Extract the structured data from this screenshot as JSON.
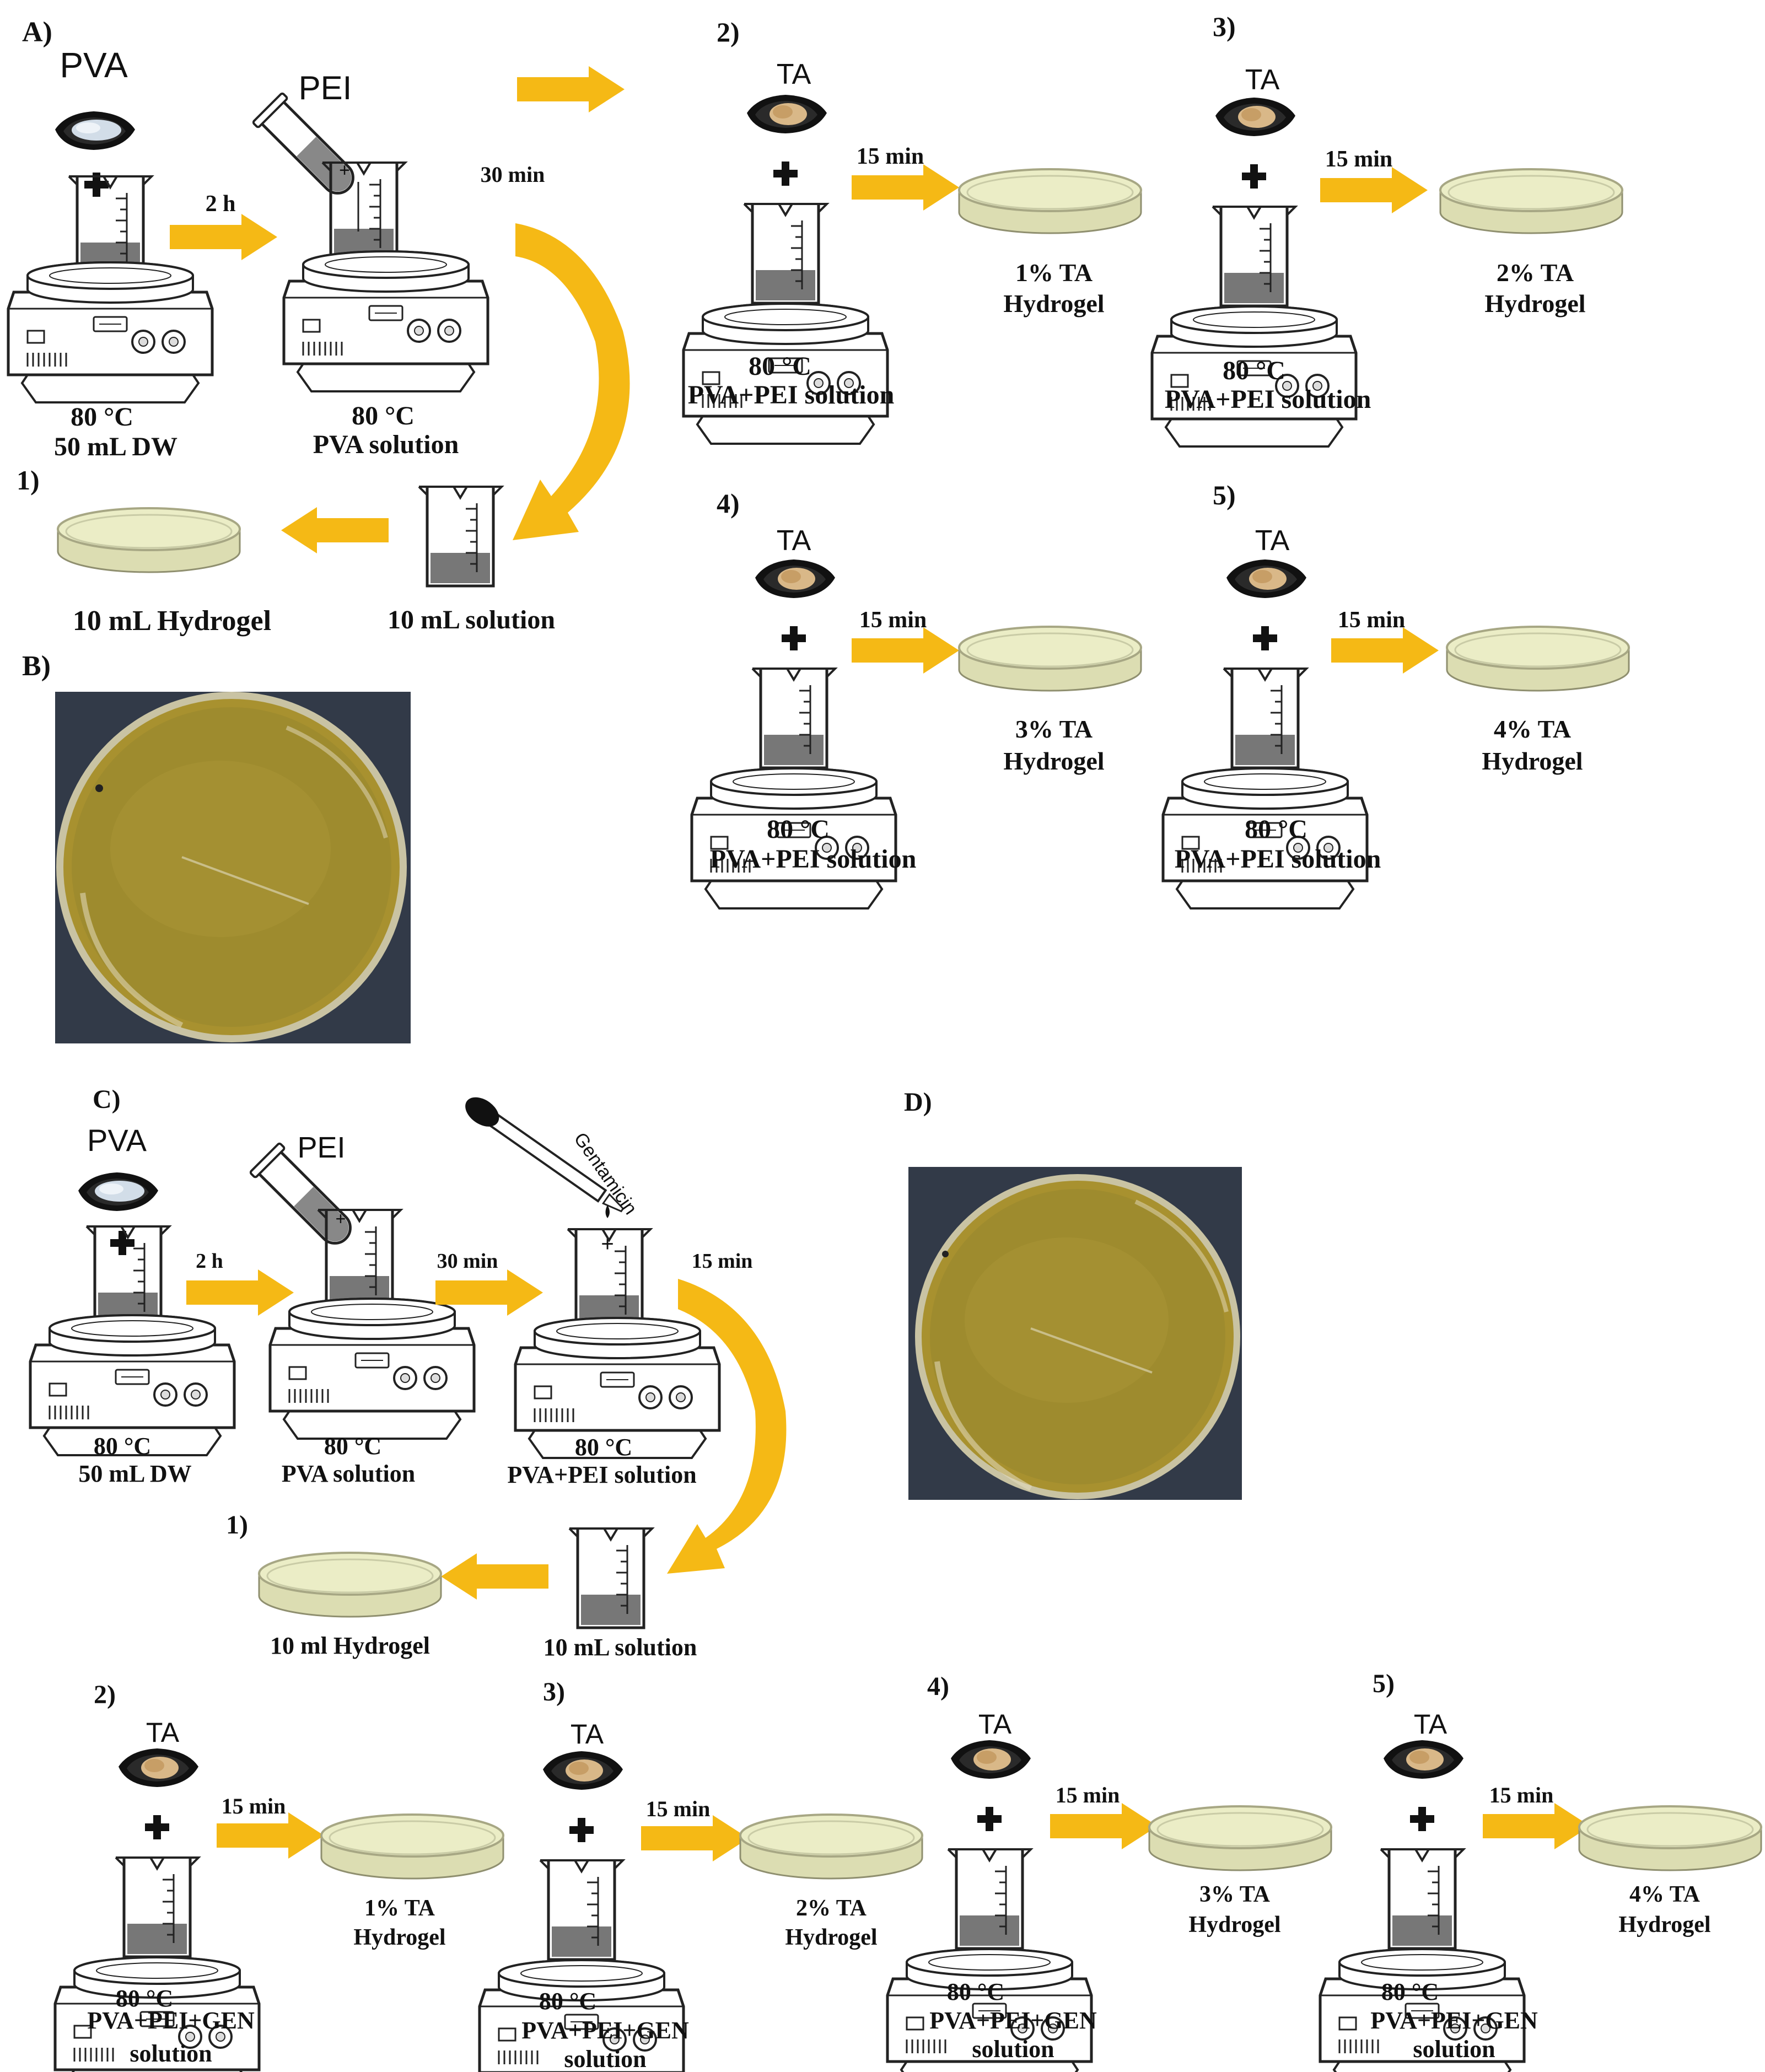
{
  "panelA": {
    "label": "A)",
    "pva_label": "PVA",
    "pei_label": "PEI",
    "arrow_2h": "2 h",
    "arrow_30min": "30 min",
    "stirrer1_caption": [
      "80 °C",
      "50 mL DW"
    ],
    "stirrer2_caption": [
      "80 °C",
      "PVA solution"
    ],
    "step1_number": "1)",
    "hydrogel_caption": "10 mL Hydrogel",
    "beaker_caption": "10 mL solution",
    "steps": [
      {
        "number": "2)",
        "ta": "TA",
        "time": "15 min",
        "result": [
          "1% TA",
          "Hydrogel"
        ],
        "caption": [
          "80 °C",
          "PVA+PEI solution"
        ]
      },
      {
        "number": "3)",
        "ta": "TA",
        "time": "15 min",
        "result": [
          "2% TA",
          "Hydrogel"
        ],
        "caption": [
          "80 °C",
          "PVA+PEI solution"
        ]
      },
      {
        "number": "4)",
        "ta": "TA",
        "time": "15 min",
        "result": [
          "3% TA",
          "Hydrogel"
        ],
        "caption": [
          "80 °C",
          "PVA+PEI solution"
        ]
      },
      {
        "number": "5)",
        "ta": "TA",
        "time": "15 min",
        "result": [
          "4% TA",
          "Hydrogel"
        ],
        "caption": [
          "80 °C",
          "PVA+PEI solution"
        ]
      }
    ]
  },
  "panelB": {
    "label": "B)"
  },
  "panelC": {
    "label": "C)",
    "pva_label": "PVA",
    "pei_label": "PEI",
    "gentamicin_label": "Gentamicin",
    "arrow_2h": "2 h",
    "arrow_30min": "30 min",
    "arrow_15min": "15 min",
    "stirrer1_caption": [
      "80 °C",
      "50 mL DW"
    ],
    "stirrer2_caption": [
      "80 °C",
      "PVA solution"
    ],
    "stirrer3_caption": [
      "80 °C",
      "PVA+PEI solution"
    ],
    "step1_number": "1)",
    "hydrogel_caption": "10 ml Hydrogel",
    "beaker_caption": "10 mL solution",
    "steps": [
      {
        "number": "2)",
        "ta": "TA",
        "time": "15 min",
        "result": [
          "1% TA",
          "Hydrogel"
        ],
        "caption": [
          "80 °C",
          "PVA+PEI+GEN",
          "solution"
        ]
      },
      {
        "number": "3)",
        "ta": "TA",
        "time": "15 min",
        "result": [
          "2% TA",
          "Hydrogel"
        ],
        "caption": [
          "80 °C",
          "PVA+PEI+GEN",
          "solution"
        ]
      },
      {
        "number": "4)",
        "ta": "TA",
        "time": "15 min",
        "result": [
          "3% TA",
          "Hydrogel"
        ],
        "caption": [
          "80 °C",
          "PVA+PEI+GEN",
          "solution"
        ]
      },
      {
        "number": "5)",
        "ta": "TA",
        "time": "15 min",
        "result": [
          "4% TA",
          "Hydrogel"
        ],
        "caption": [
          "80 °C",
          "PVA+PEI+GEN",
          "solution"
        ]
      }
    ]
  },
  "panelD": {
    "label": "D)"
  },
  "colors": {
    "arrow": "#F5B915",
    "petri_fill": "#EBEDC6",
    "petri_rim": "#B9B993",
    "photo_bg": "#2E3642",
    "photo_gel": "#9E8B2E"
  }
}
